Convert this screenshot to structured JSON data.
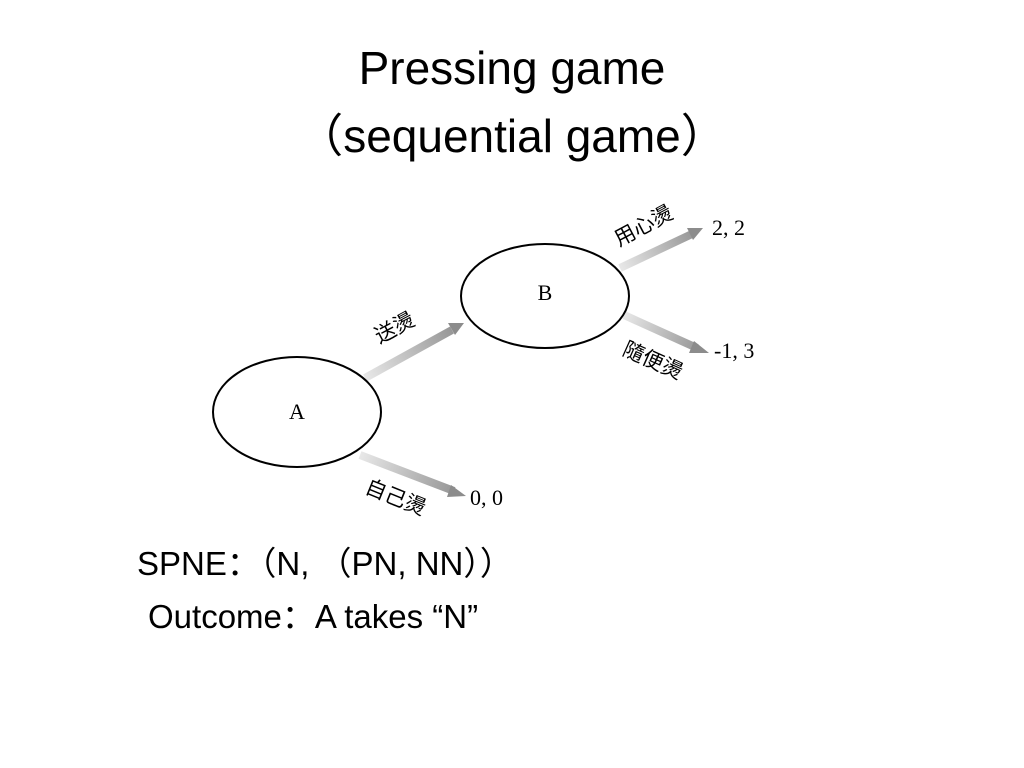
{
  "title": {
    "line1": "Pressing game",
    "line2": "（sequential game）"
  },
  "tree": {
    "nodes": {
      "A": "A",
      "B": "B"
    },
    "edges": {
      "a_to_b": "送燙",
      "a_self": "自己燙",
      "b_careful": "用心燙",
      "b_casual": "隨便燙"
    },
    "payoffs": {
      "careful": "2, 2",
      "casual": "-1, 3",
      "self": "0, 0"
    },
    "colors": {
      "arrow_start": "#e8e8e8",
      "arrow_end": "#8c8c8c",
      "node_stroke": "#000000"
    }
  },
  "body": {
    "spne": "SPNE：（N, （PN, NN））",
    "outcome": "Outcome：A takes “N”"
  }
}
